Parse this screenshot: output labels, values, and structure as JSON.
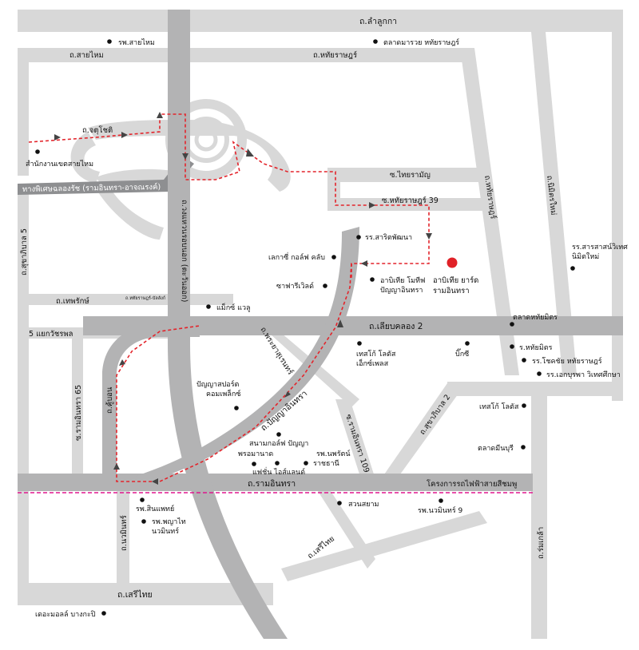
{
  "roads": {
    "lamlukka": "ถ.ลำลูกกา",
    "saimai": "ถ.สายไหม",
    "hathairat_top": "ถ.หทัยราษฎร์",
    "chotichoti": "ถ.จตุโชติ",
    "thaiaram": "ซ.ไทยรามัญ",
    "hathairat39": "ซ.หทัยราษฎร์ 39",
    "hathairat_v": "ถ.หทัยราษฎร์",
    "nimitmai": "ถ.นิมิตรใหม่",
    "expressway": "ทางพิเศษฉลองรัช (รามอินทรา-อาจณรงค์)",
    "phahonyothin": "ถ.วงแหวนรอบนอก (ตะวันออก)",
    "sukhaphiban5": "ถ.สุขาภิบาล 5",
    "theparak": "ถ.เทพรักษ์",
    "theparak_note": "ถ.หทัยราษฎร์-บัลลังก์",
    "watcharaphon": "5 แยกวัชรพล",
    "liapkhlong2": "ถ.เลียบคลอง 2",
    "prayasurain": "ถ.พระยาสุเรนทร์",
    "panyaindra": "ถ.ปัญญาอินทรา",
    "ramindra65": "ซ.รามอินทรา 65",
    "kubon": "ถ.คู้บอน",
    "ramindra109": "ซ.รามอินทรา 109",
    "sukhapiban2": "ถ.สุขาภิบาล 2",
    "ramindra": "ถ.รามอินทรา",
    "nawamin": "ถ.นวมินทร์",
    "serithai_diag": "ถ.เสรีไทย",
    "serithai": "ถ.เสรีไทย",
    "romklao": "ถ.ร่มเกล้า",
    "bts": "โครงการรถไฟฟ้าสายสีชมพู"
  },
  "places": {
    "saimai_hosp": "รพ.สายไหม",
    "market": "ตลาดมารวย หทัยราษฎร์",
    "saimai_office": "สำนักงานเขตสายไหม",
    "sarit": "รร.สาริตพัฒนา",
    "legacy_golf": "เลกาซี่ กอล์ฟ คลับ",
    "safari": "ซาฟารีเวิลด์",
    "ananda_mono": "อาบิเทีย โมทีฟ",
    "ananda_mono2": "ปัญญาอินทรา",
    "hotel_name": "อาบิเทีย ยาร์ด",
    "hotel_name2": "รามอินทรา",
    "sarasas": "รร.สารสาสน์วิเทศ",
    "sarasas2": "นิมิตใหม่",
    "max_value": "แม็กซ์ แวลู",
    "talad_hathai": "ตลาดหทัยมิตร",
    "hathaimit": "ร.หทัยมิตร",
    "chokchai": "รร.โชคชัย หทัยราษฎร์",
    "bangkok_tech": "รร.เอกบุรพา วิเทศศึกษา",
    "tesco_xp": "เทสโก้ โลตัส",
    "tesco_xp2": "เอ็กซ์เพลส",
    "bigc": "บิ๊กซี",
    "panya_sport": "ปัญญาสปอร์ต",
    "panya_sport2": "คอมเพล็กซ์",
    "tesco_lotus": "เทสโก้ โลตัส",
    "minburi_market": "ตลาดมีนบุรี",
    "golf_panya": "สนามกอล์ฟ ปัญญา",
    "phromma": "พรอมานาด",
    "fashion": "แฟชั่น ไอส์แลนด์",
    "navamin_hosp": "รพ.นพรัตน์",
    "navamin_hosp2": "ราชธานี",
    "siam_park": "สวนสยาม",
    "sinphat": "รพ.สินแพทย์",
    "phyathai": "รพ.พญาไท",
    "phyathai2": "นวมินทร์",
    "nawamin9": "รพ.นวมินทร์ 9",
    "mall_bangkapi": "เดอะมอลล์ บางกะปิ"
  },
  "colors": {
    "road": "#d8d8d8",
    "major_road": "#b3b3b4",
    "route": "#e3242b",
    "rail": "#e0178d",
    "hotel": "#e02127",
    "poi": "#111111"
  }
}
